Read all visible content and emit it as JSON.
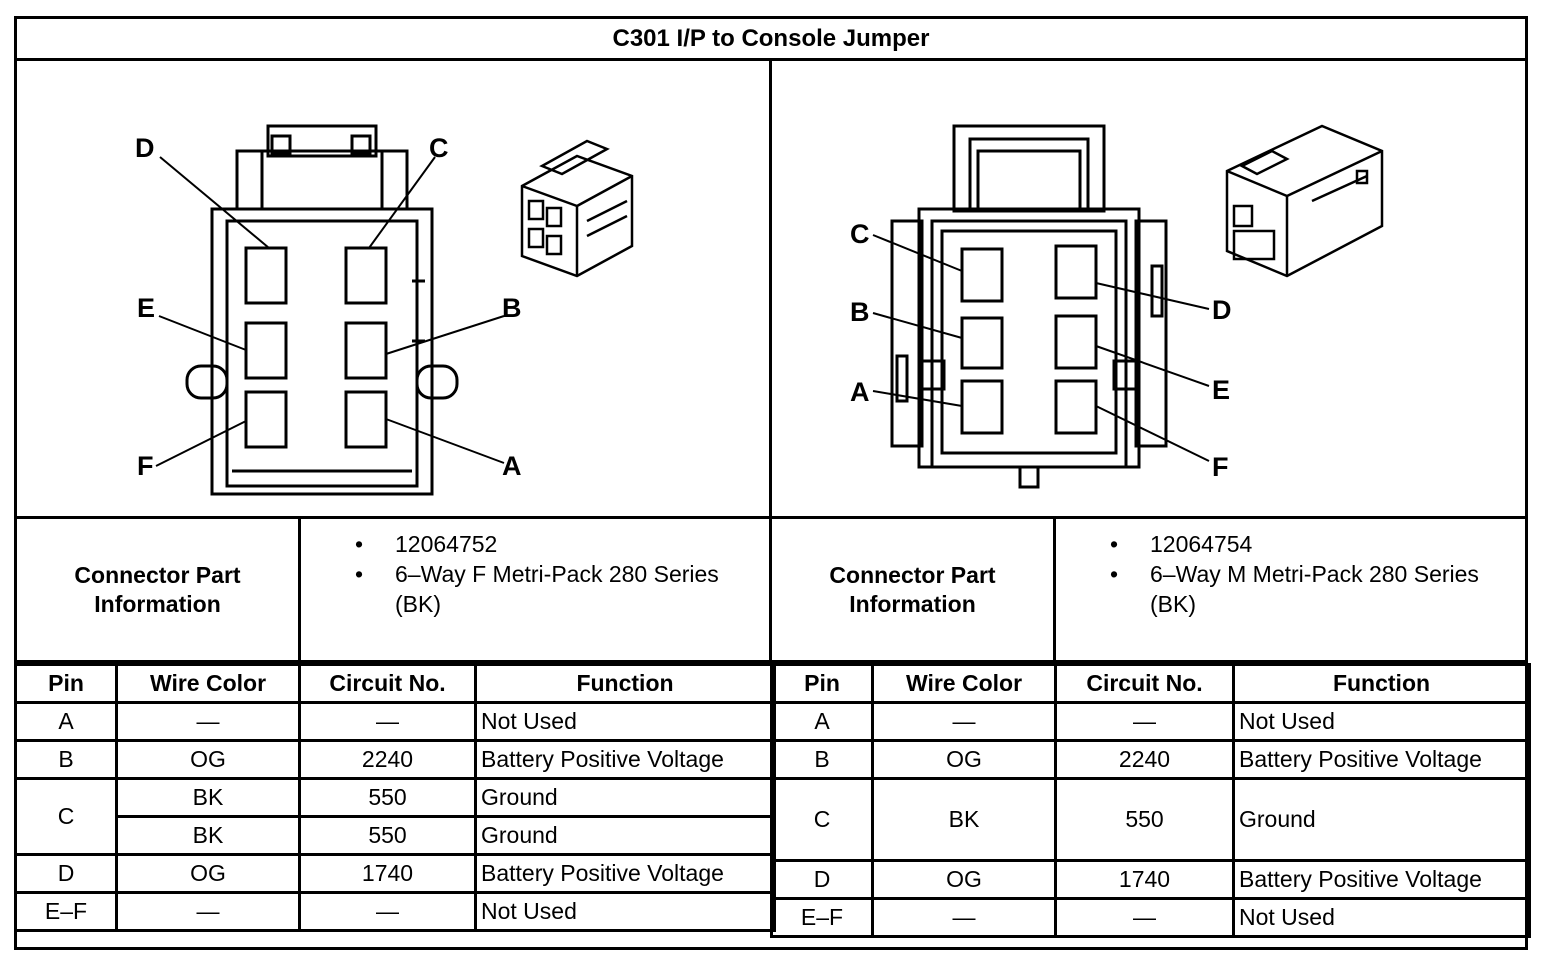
{
  "title": "C301 I/P to Console Jumper",
  "left_connector": {
    "pin_labels": [
      "D",
      "C",
      "E",
      "B",
      "F",
      "A"
    ],
    "info_label": "Connector Part Information",
    "info_items": [
      "12064752",
      "6–Way F Metri-Pack 280 Series (BK)"
    ],
    "table": {
      "headers": [
        "Pin",
        "Wire Color",
        "Circuit No.",
        "Function"
      ],
      "rows": [
        {
          "pin": "A",
          "color": "—",
          "circuit": "—",
          "function": "Not Used"
        },
        {
          "pin": "B",
          "color": "OG",
          "circuit": "2240",
          "function": "Battery Positive Voltage"
        },
        {
          "pin": "C",
          "color": "BK",
          "circuit": "550",
          "function": "Ground"
        },
        {
          "pin": "",
          "color": "BK",
          "circuit": "550",
          "function": "Ground"
        },
        {
          "pin": "D",
          "color": "OG",
          "circuit": "1740",
          "function": "Battery Positive Voltage"
        },
        {
          "pin": "E–F",
          "color": "—",
          "circuit": "—",
          "function": "Not Used"
        }
      ]
    }
  },
  "right_connector": {
    "pin_labels": [
      "C",
      "B",
      "A",
      "D",
      "E",
      "F"
    ],
    "info_label": "Connector Part Information",
    "info_items": [
      "12064754",
      "6–Way M Metri-Pack 280 Series (BK)"
    ],
    "table": {
      "headers": [
        "Pin",
        "Wire Color",
        "Circuit No.",
        "Function"
      ],
      "rows": [
        {
          "pin": "A",
          "color": "—",
          "circuit": "—",
          "function": "Not Used"
        },
        {
          "pin": "B",
          "color": "OG",
          "circuit": "2240",
          "function": "Battery Positive Voltage"
        },
        {
          "pin": "C",
          "color": "BK",
          "circuit": "550",
          "function": "Ground"
        },
        {
          "pin": "D",
          "color": "OG",
          "circuit": "1740",
          "function": "Battery Positive Voltage"
        },
        {
          "pin": "E–F",
          "color": "—",
          "circuit": "—",
          "function": "Not Used"
        }
      ]
    }
  },
  "bullet_glyph": "•"
}
